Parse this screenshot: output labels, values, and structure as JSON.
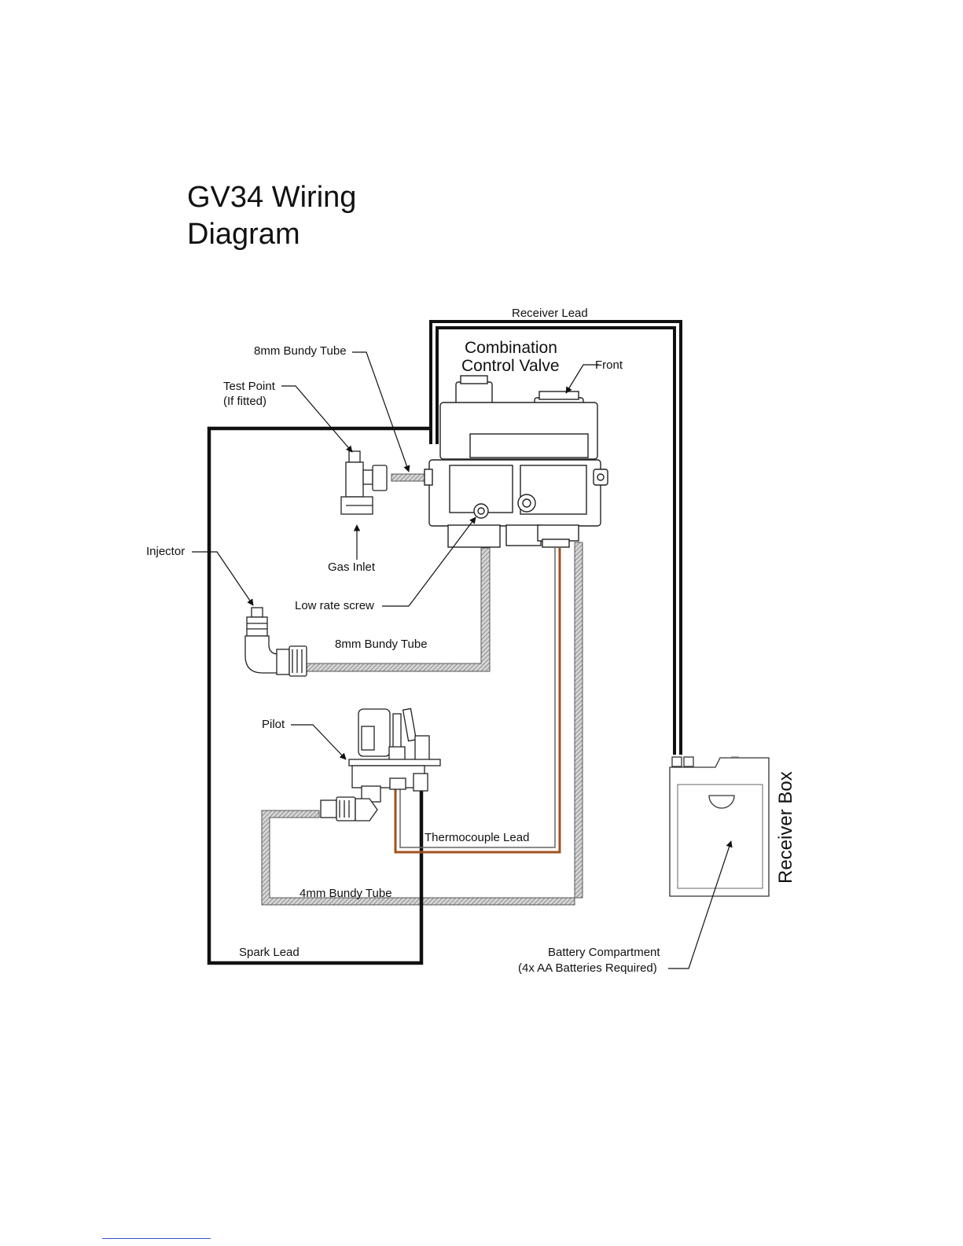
{
  "title": {
    "line1": "GV34 Wiring",
    "line2": "Diagram"
  },
  "labels": {
    "receiver_lead": "Receiver Lead",
    "combination_line1": "Combination",
    "combination_line2": "Control Valve",
    "front": "Front",
    "bundy_tube_top": "8mm Bundy Tube",
    "test_point_line1": "Test Point",
    "test_point_line2": "(If fitted)",
    "injector": "Injector",
    "gas_inlet": "Gas Inlet",
    "low_rate_screw": "Low rate screw",
    "bundy_tube_mid": "8mm Bundy Tube",
    "pilot": "Pilot",
    "thermocouple_lead": "Thermocouple Lead",
    "bundy_tube_4mm": "4mm Bundy Tube",
    "spark_lead": "Spark Lead",
    "battery_line1": "Battery Compartment",
    "battery_line2": "(4x AA Batteries Required)",
    "receiver_box": "Receiver Box"
  },
  "colors": {
    "lead": "#111111",
    "tube_fill": "#b5b5b5",
    "thermocouple": "#a0521f",
    "footer_rule": "#3355cc"
  },
  "icons": {
    "valve": "combination-valve-drawing",
    "pilot": "pilot-assembly-drawing",
    "injector": "injector-elbow-drawing",
    "receiver": "receiver-box-drawing"
  }
}
